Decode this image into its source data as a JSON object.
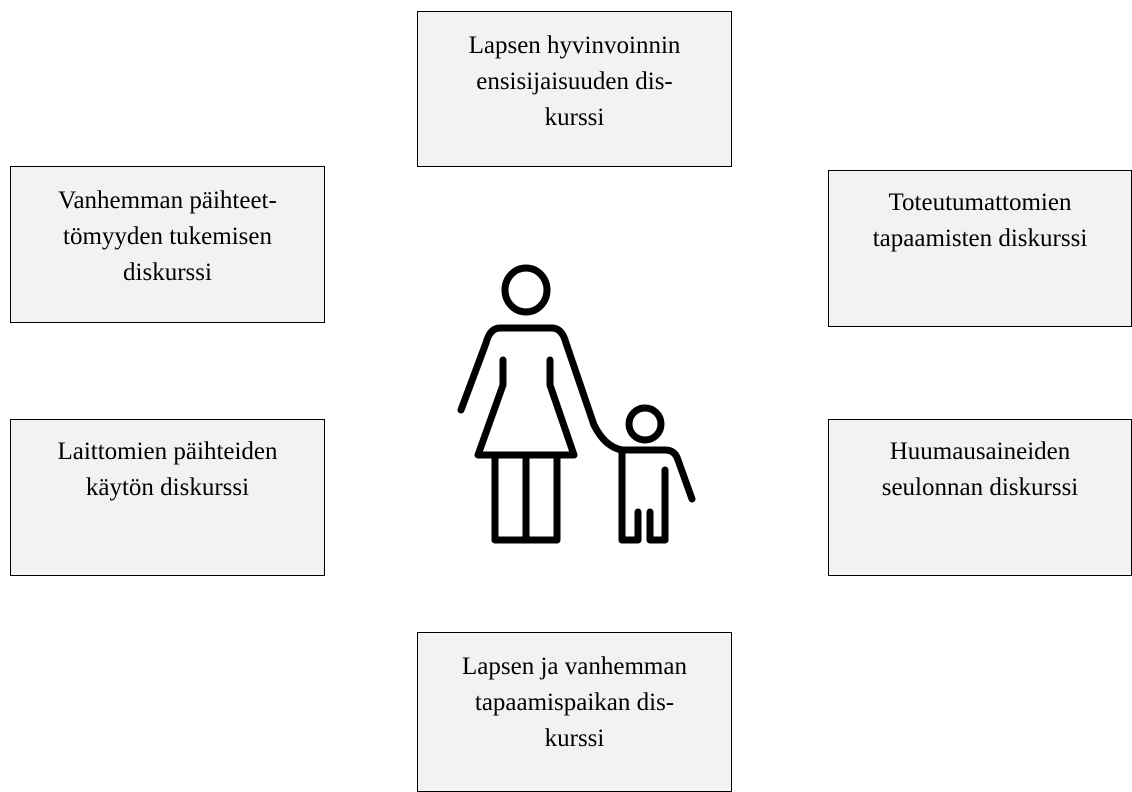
{
  "boxes": {
    "top": [
      "Lapsen hyvinvoinnin",
      "ensisijaisuuden dis-",
      "kurssi"
    ],
    "top_left": [
      "Vanhemman päihteet-",
      "tömyyden tukemisen",
      "diskurssi"
    ],
    "top_right": [
      "Toteutumattomien",
      "tapaamisten diskurssi"
    ],
    "mid_left": [
      "Laittomien päihteiden",
      "käytön diskurssi"
    ],
    "mid_right": [
      "Huumausaineiden",
      "seulonnan diskurssi"
    ],
    "bottom": [
      "Lapsen ja vanhemman",
      "tapaamispaikan dis-",
      "kurssi"
    ]
  },
  "center_icon": "parent-and-child-icon",
  "colors": {
    "box_fill": "#f2f2f2",
    "box_border": "#000000",
    "icon_stroke": "#000000"
  }
}
